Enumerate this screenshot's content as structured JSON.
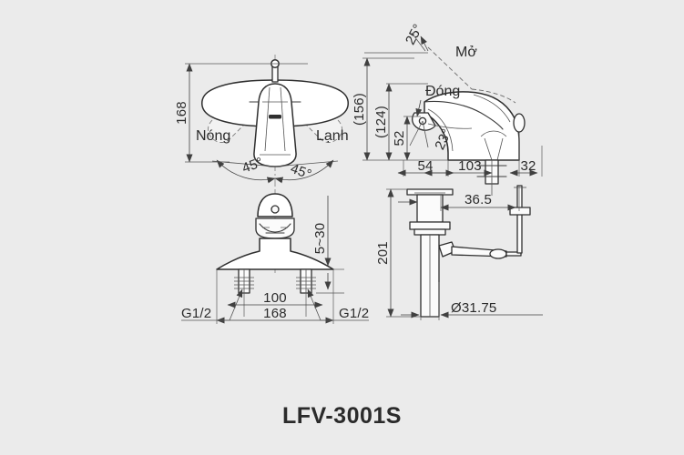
{
  "product": {
    "model_code": "LFV-3001S"
  },
  "background_color": "#ebebeb",
  "line_color": "#2f2f2f",
  "text_color": "#2b2b2b",
  "views": {
    "top_view": {
      "name": "top-view-handle-swing",
      "dimensions": {
        "overall_width": "168",
        "angle_left": "45°",
        "angle_right": "45°"
      },
      "labels": {
        "hot": "Nóng",
        "cold": "Lạnh"
      }
    },
    "front_view": {
      "name": "front-view-faucet-base",
      "dimensions": {
        "deck_thickness_range": "5~30",
        "shank_spacing": "100",
        "overall_width": "168",
        "thread_left": "G1/2",
        "thread_right": "G1/2"
      }
    },
    "side_view": {
      "name": "side-elevation-faucet",
      "dimensions": {
        "overall_height": "(156)",
        "spout_height": "(124)",
        "lever_height": "52",
        "handle_up_angle": "25°",
        "handle_down_angle": "23°",
        "rear_offset": "54",
        "spout_reach": "103",
        "spout_tip_offset": "32"
      },
      "labels": {
        "open": "Mở",
        "close": "Đóng"
      }
    },
    "drain_view": {
      "name": "pop-up-drain-assembly",
      "dimensions": {
        "drain_length": "201",
        "pivot_offset": "36.5",
        "drain_diameter": "Ø31.75"
      }
    }
  }
}
